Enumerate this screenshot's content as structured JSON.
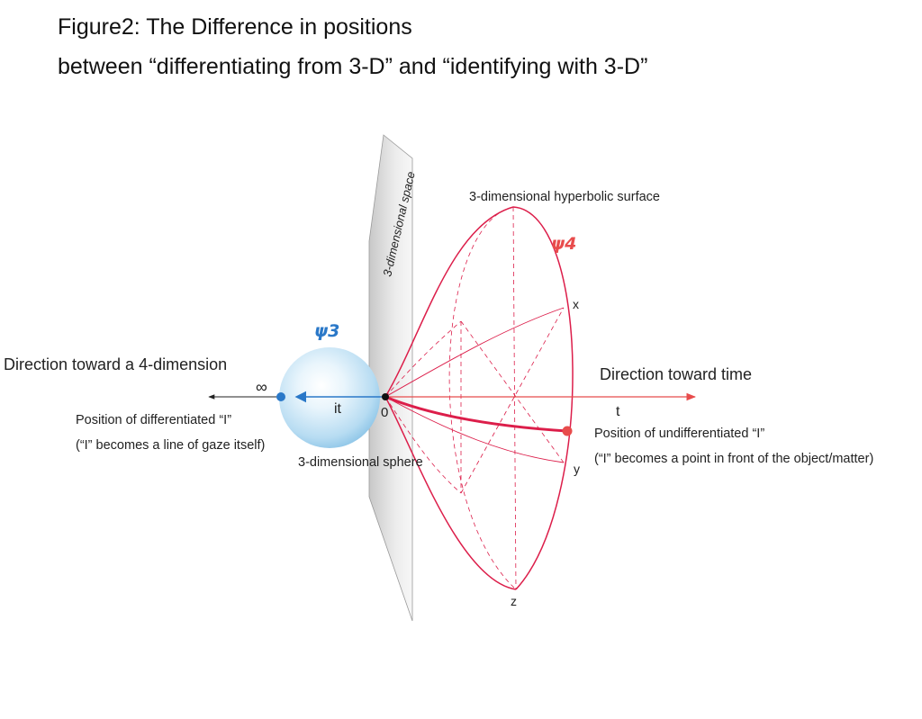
{
  "title": {
    "line1": "Figure2: The Difference in positions",
    "line2": "between “differentiating from 3-D” and “identifying with 3-D”"
  },
  "labels": {
    "space_plane": "3-dimensional space",
    "hyperbolic_surface": "3-dimensional hyperbolic surface",
    "psi4": "ψ4",
    "psi3": "ψ3",
    "x": "x",
    "y": "y",
    "z": "z",
    "direction_4d": "Direction toward a 4-dimension",
    "infinity": "∞",
    "it": "it",
    "origin": "0",
    "t": "t",
    "direction_time": "Direction toward time",
    "diff_i": "Position of differentiated “I”",
    "diff_i_note": "(“I” becomes a line of gaze itself)",
    "sphere": "3-dimensional sphere",
    "undiff_i": "Position of undifferentiated “I”",
    "undiff_i_note": "(“I” becomes a point in front of the object/matter)"
  },
  "colors": {
    "crimson": "#dc1e4a",
    "blue": "#2a78c8",
    "red_arrow": "#e84c4c",
    "dark": "#222222",
    "plane": "#d9d9d9"
  }
}
